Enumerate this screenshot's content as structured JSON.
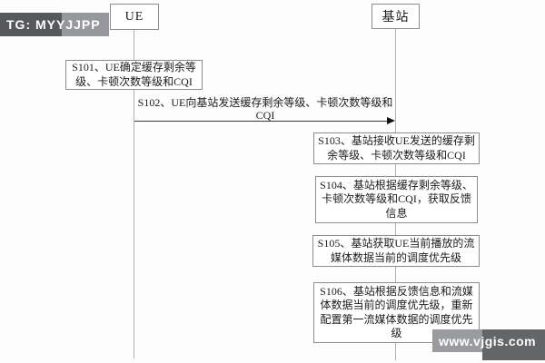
{
  "diagram": {
    "title_hint": "sequence flow between UE and base station",
    "actors": [
      {
        "id": "ue",
        "label": "UE"
      },
      {
        "id": "base_station",
        "label": "基站"
      }
    ],
    "message": {
      "label": "S102、UE向基站发送缓存剩余等级、卡顿次数等级和CQI",
      "from": "UE",
      "to": "基站"
    },
    "steps": [
      {
        "id": "S101",
        "lane": "ue",
        "label": "S101、UE确定缓存剩余等级、卡顿次数等级和CQI"
      },
      {
        "id": "S103",
        "lane": "base_station",
        "label": "S103、基站接收UE发送的缓存剩余等级、卡顿次数等级和CQI"
      },
      {
        "id": "S104",
        "lane": "base_station",
        "label": "S104、基站根据缓存剩余等级、卡顿次数等级和CQI，获取反馈信息"
      },
      {
        "id": "S105",
        "lane": "base_station",
        "label": "S105、基站获取UE当前播放的流媒体数据当前的调度优先级"
      },
      {
        "id": "S106",
        "lane": "base_station",
        "label": "S106、基站根据反馈信息和流媒体数据当前的调度优先级，重新配置第一流媒体数据的调度优先级"
      }
    ]
  },
  "watermarks": {
    "top_left": "TG: MYYJJPP",
    "bottom_right": "www.vjgis.com"
  },
  "colors": {
    "watermark_tl_dark": "#57585b",
    "watermark_tl_light": "#97989b",
    "watermark_br_light": "#9a9b9e",
    "watermark_br_dark": "#646567",
    "line_gray": "#b2b2b2",
    "border_gray": "#8d8d8d",
    "arrow_black": "#101010",
    "background": "#fdfdfd"
  }
}
